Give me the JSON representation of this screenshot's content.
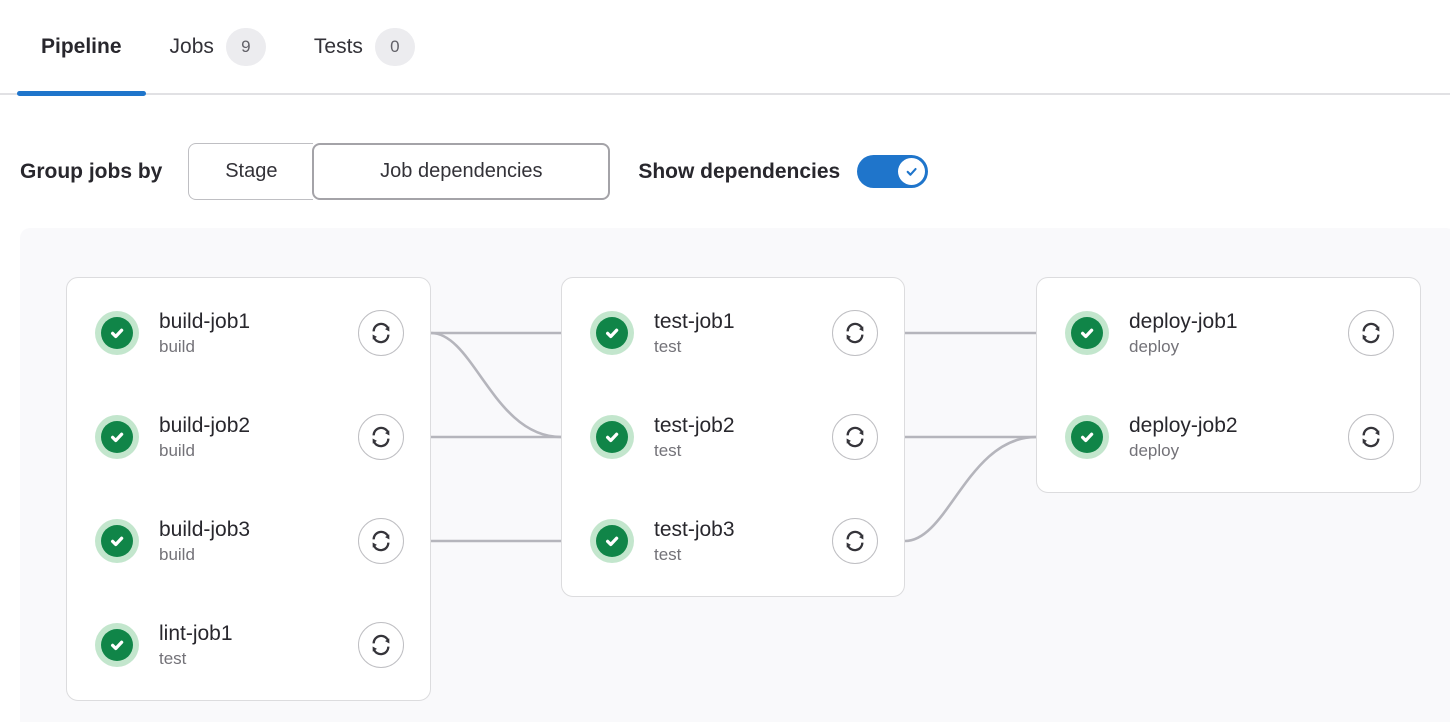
{
  "tabs": [
    {
      "label": "Pipeline",
      "active": true
    },
    {
      "label": "Jobs",
      "badge": "9",
      "active": false
    },
    {
      "label": "Tests",
      "badge": "0",
      "active": false
    }
  ],
  "controls": {
    "group_label": "Group jobs by",
    "segments": [
      {
        "label": "Stage",
        "selected": false
      },
      {
        "label": "Job dependencies",
        "selected": true
      }
    ],
    "show_dependencies_label": "Show dependencies",
    "show_dependencies_enabled": true
  },
  "graph": {
    "cards": [
      {
        "jobs": [
          {
            "name": "build-job1",
            "stage": "build",
            "status": "success",
            "action": "retry"
          },
          {
            "name": "build-job2",
            "stage": "build",
            "status": "success",
            "action": "retry"
          },
          {
            "name": "build-job3",
            "stage": "build",
            "status": "success",
            "action": "retry"
          },
          {
            "name": "lint-job1",
            "stage": "test",
            "status": "success",
            "action": "retry"
          }
        ]
      },
      {
        "jobs": [
          {
            "name": "test-job1",
            "stage": "test",
            "status": "success",
            "action": "retry"
          },
          {
            "name": "test-job2",
            "stage": "test",
            "status": "success",
            "action": "retry"
          },
          {
            "name": "test-job3",
            "stage": "test",
            "status": "success",
            "action": "retry"
          }
        ]
      },
      {
        "jobs": [
          {
            "name": "deploy-job1",
            "stage": "deploy",
            "status": "success",
            "action": "retry"
          },
          {
            "name": "deploy-job2",
            "stage": "deploy",
            "status": "success",
            "action": "retry"
          }
        ]
      }
    ],
    "links": [
      {
        "from": "build-job1",
        "to": "test-job1"
      },
      {
        "from": "build-job1",
        "to": "test-job2"
      },
      {
        "from": "build-job2",
        "to": "test-job2"
      },
      {
        "from": "build-job3",
        "to": "test-job3"
      },
      {
        "from": "test-job1",
        "to": "deploy-job1"
      },
      {
        "from": "test-job2",
        "to": "deploy-job2"
      },
      {
        "from": "test-job3",
        "to": "deploy-job2"
      }
    ]
  },
  "colors": {
    "accent_blue": "#1f75cb",
    "success_green": "#108548",
    "success_green_halo": "#c3e6cd",
    "graph_background": "#f9f9fb",
    "dependency_line": "#b5b5bc",
    "card_border": "#dcdcde",
    "badge_background": "#ececef",
    "text_primary": "#28272d",
    "text_secondary": "#737278"
  }
}
